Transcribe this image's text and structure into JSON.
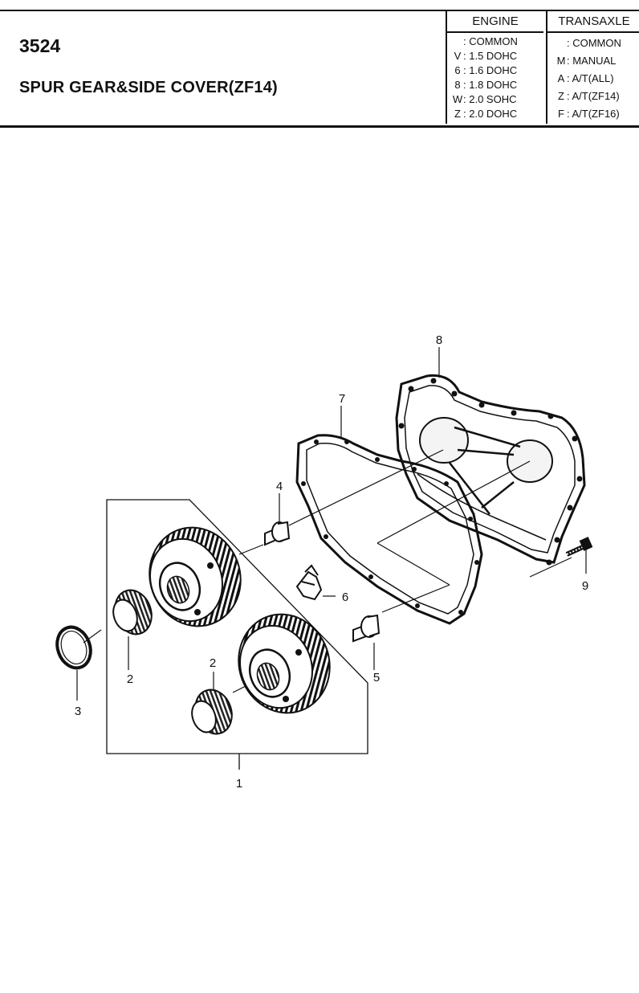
{
  "header": {
    "code": "3524",
    "title": "SPUR GEAR&SIDE COVER(ZF14)"
  },
  "legend": {
    "engine": {
      "heading": "ENGINE",
      "rows": [
        {
          "key": "",
          "value": ": COMMON"
        },
        {
          "key": "V",
          "value": ": 1.5 DOHC"
        },
        {
          "key": "6",
          "value": ": 1.6 DOHC"
        },
        {
          "key": "8",
          "value": ": 1.8 DOHC"
        },
        {
          "key": "W",
          "value": ": 2.0 SOHC"
        },
        {
          "key": "Z",
          "value": ": 2.0 DOHC"
        }
      ]
    },
    "transaxle": {
      "heading": "TRANSAXLE",
      "rows": [
        {
          "key": "",
          "value": ": COMMON"
        },
        {
          "key": "M",
          "value": ": MANUAL"
        },
        {
          "key": "A",
          "value": ": A/T(ALL)"
        },
        {
          "key": "Z",
          "value": ": A/T(ZF14)"
        },
        {
          "key": "F",
          "value": ": A/T(ZF16)"
        }
      ]
    }
  },
  "callouts": {
    "c1": "1",
    "c2a": "2",
    "c2b": "2",
    "c3": "3",
    "c4": "4",
    "c5": "5",
    "c6": "6",
    "c7": "7",
    "c8": "8",
    "c9": "9"
  }
}
